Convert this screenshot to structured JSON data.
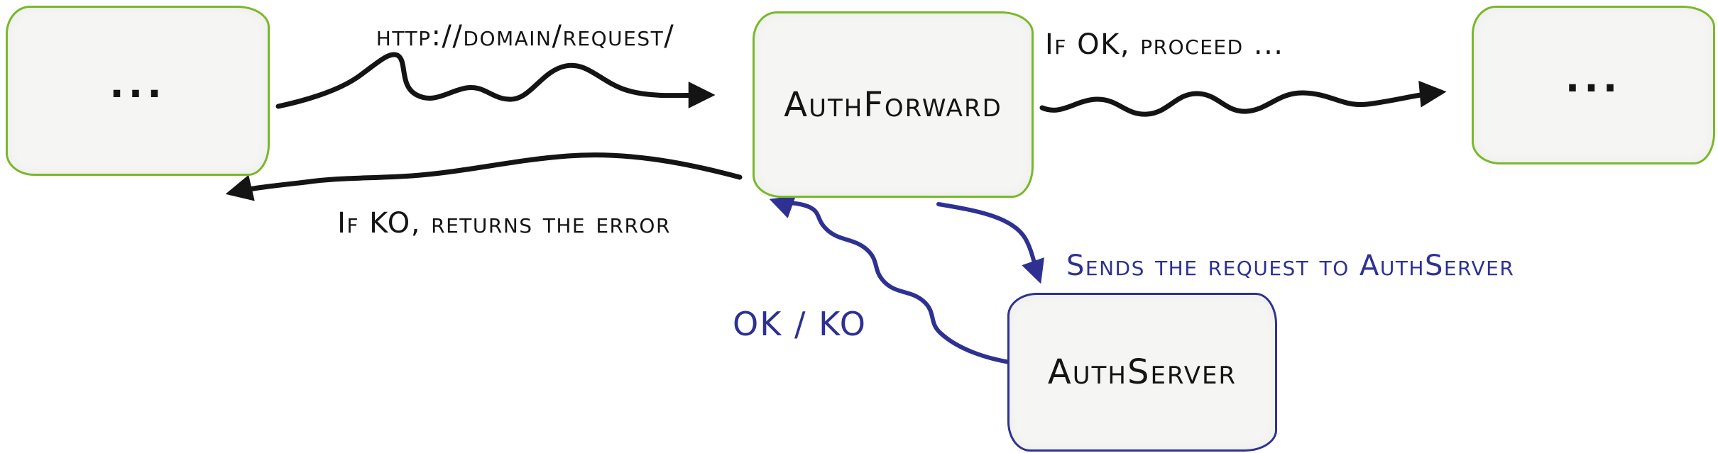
{
  "colors": {
    "node_green_border": "#79b829",
    "node_blue_border": "#2e3192",
    "node_fill": "#f5f5f4",
    "arrow_black": "#141414",
    "arrow_blue": "#2e3192",
    "text_black": "#141414",
    "text_blue": "#2e3192"
  },
  "nodes": {
    "left": {
      "label": "..."
    },
    "authforward": {
      "label": "AuthForward"
    },
    "right": {
      "label": "..."
    },
    "authserver": {
      "label": "AuthServer"
    }
  },
  "edges": {
    "request": {
      "label": "http://domain/request/"
    },
    "ok_proceed": {
      "label": "If OK, proceed ..."
    },
    "ko_error": {
      "label": "If KO, returns the error"
    },
    "send_auth": {
      "label": "Sends the request to AuthServer"
    },
    "ok_ko": {
      "label": "OK / KO"
    }
  }
}
